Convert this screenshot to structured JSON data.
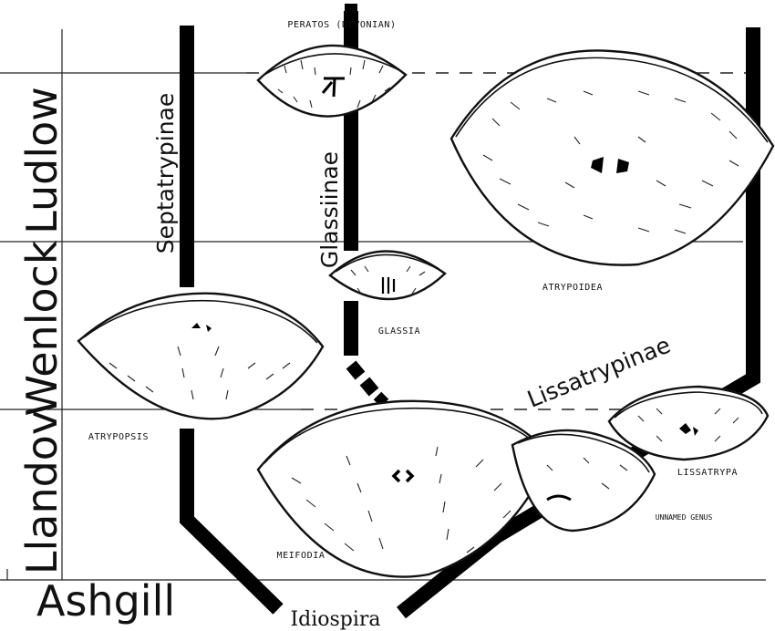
{
  "periods": {
    "ludlow": "Ludlow",
    "wenlock": "Wenlock",
    "llandov": "Llandov",
    "ashgill": "Ashgill"
  },
  "clades": {
    "septatrypinae": "Septatrypinae",
    "glassiinae": "Glassiinae",
    "lissatrypinae": "Lissatrypinae"
  },
  "genera": {
    "peratos": "PERATOS (DEVONIAN)",
    "atrypoidea": "ATRYPOIDEA",
    "glassia": "GLASSIA",
    "atrypopsis": "ATRYPOPSIS",
    "lissatrypa": "LISSATRYPA",
    "unnamed": "UNNAMED GENUS",
    "meifodia": "MEIFODIA"
  },
  "root": "Idiospira"
}
